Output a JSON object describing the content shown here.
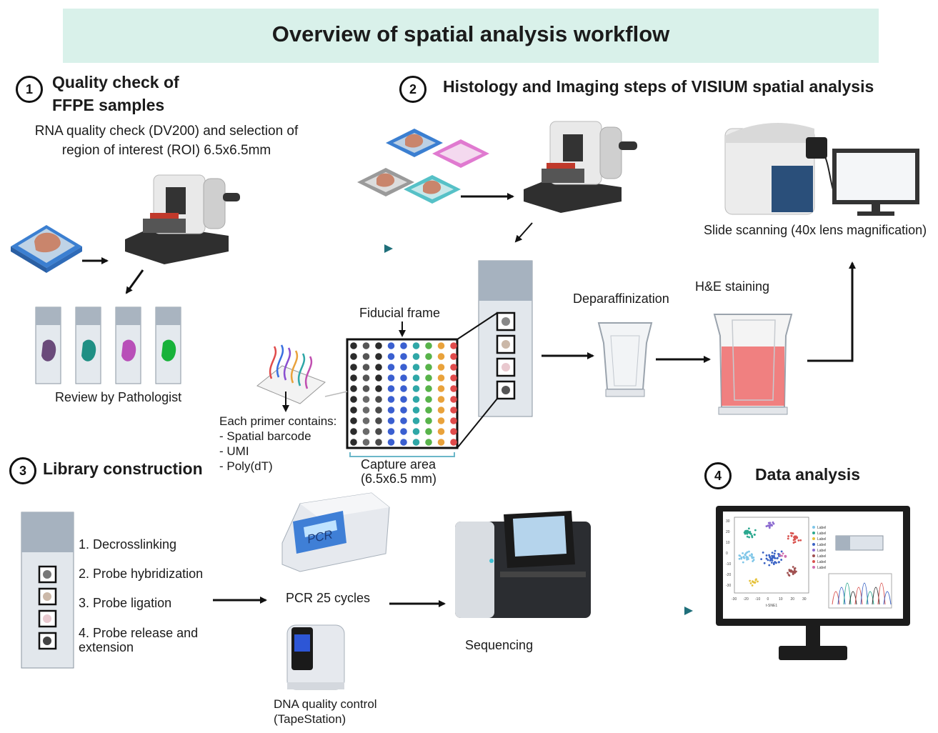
{
  "title": "Overview of spatial analysis workflow",
  "steps": [
    {
      "number": "1",
      "title_line1": "Quality check of",
      "title_line2": "FFPE samples",
      "description_line1": "RNA quality check (DV200) and selection of",
      "description_line2": "region of interest (ROI) 6.5x6.5mm",
      "review_label": "Review by Pathologist"
    },
    {
      "number": "2",
      "title": "Histology and Imaging steps of VISIUM spatial analysis",
      "slide_scanning_label": "Slide scanning (40x lens magnification)",
      "deparaffinization_label": "Deparaffinization",
      "he_staining_label": "H&E staining",
      "fiducial_frame_label": "Fiducial frame",
      "capture_area_line1": "Capture area",
      "capture_area_line2": "(6.5x6.5 mm)",
      "primer_heading": "Each primer contains:",
      "primer_items": [
        "- Spatial barcode",
        "- UMI",
        "- Poly(dT)"
      ]
    },
    {
      "number": "3",
      "title": "Library construction",
      "items": [
        "1. Decrosslinking",
        "2. Probe hybridization",
        "3. Probe ligation",
        "4. Probe release and",
        "extension"
      ],
      "pcr_screen_text": "PCR",
      "pcr_label": "PCR 25 cycles",
      "dna_qc_line1": "DNA quality control",
      "dna_qc_line2": "(TapeStation)",
      "sequencing_label": "Sequencing"
    },
    {
      "number": "4",
      "title": "Data analysis"
    }
  ],
  "monitor": {
    "tsne_xlabel": "t-SNE1",
    "y_ticks": [
      "30",
      "20",
      "10",
      "0",
      "-10",
      "-20",
      "-30"
    ],
    "x_ticks": [
      "-30",
      "-20",
      "-10",
      "0",
      "10",
      "20",
      "30"
    ],
    "legend": [
      "Label",
      "Label",
      "Label",
      "Label",
      "Label",
      "Label",
      "Label",
      "Label"
    ]
  },
  "colors": {
    "banner": "#d9f1ea",
    "teal_arrow": "#1f6f7a",
    "slide_blue": "#4a90d9",
    "capture_frame": "#6bb7c9"
  }
}
